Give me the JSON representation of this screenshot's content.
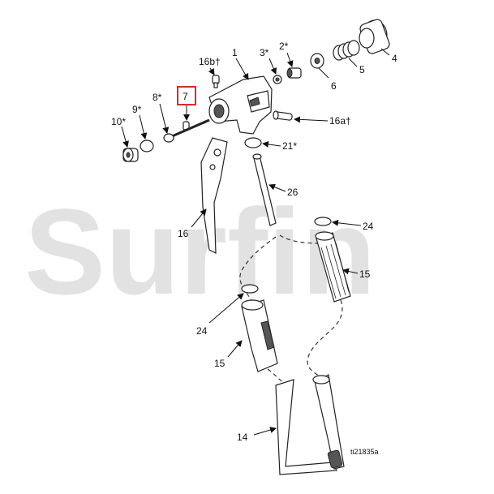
{
  "watermark": "Surfin",
  "highlight_color": "#d32f2f",
  "figure_ref": "ti21835a",
  "highlighted_label": "7",
  "labels": {
    "l1": "1",
    "l2": "2*",
    "l3": "3*",
    "l4": "4",
    "l5": "5",
    "l6": "6",
    "l7": "7",
    "l8": "8*",
    "l9": "9*",
    "l10": "10*",
    "l16a": "16a†",
    "l16b": "16b†",
    "l21": "21*",
    "l26": "26",
    "l16": "16",
    "l24a": "24",
    "l15a": "15",
    "l24b": "24",
    "l15b": "15",
    "l14": "14"
  }
}
